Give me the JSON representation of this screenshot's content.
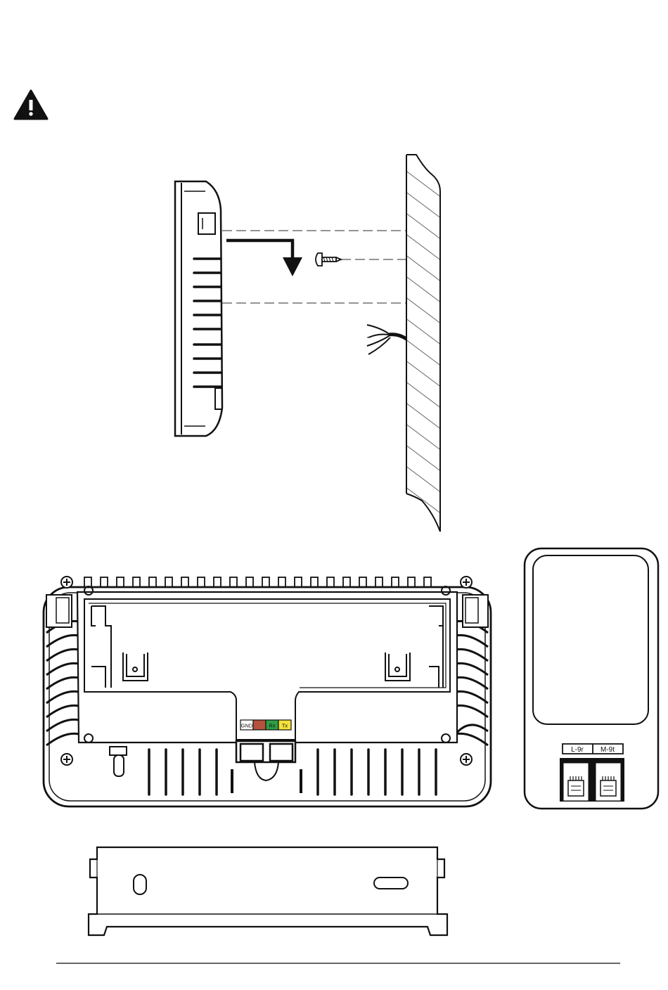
{
  "terminal_block": {
    "gnd": "GND",
    "rx": "Rx",
    "tx": "Tx",
    "colors": [
      "#ffffff",
      "#b5523b",
      "#2e9e45",
      "#f3e23a"
    ]
  },
  "rj_jacks": {
    "left_label": "L-9r",
    "right_label": "M-9t"
  },
  "icons": [
    "warning-icon",
    "screw-icon",
    "down-arrow-icon",
    "wires-icon"
  ],
  "colors": {
    "line": "#111111",
    "warning": "#111111",
    "hatch": "#666666"
  }
}
